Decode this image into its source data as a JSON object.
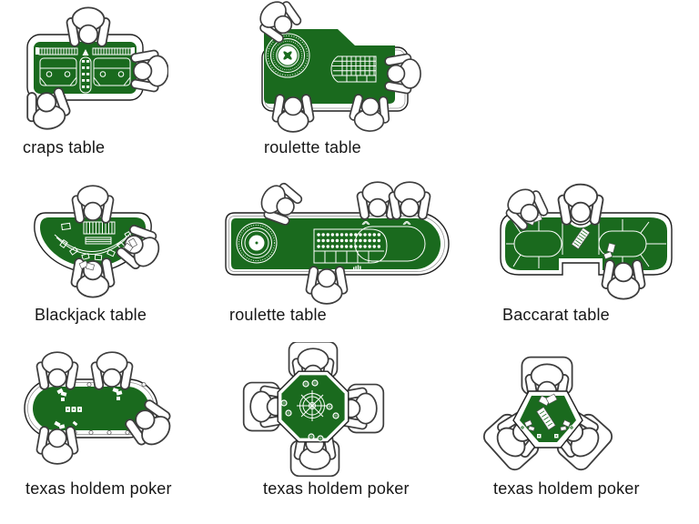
{
  "page": {
    "background_color": "#ffffff"
  },
  "style": {
    "felt_green": "#1a6a1e",
    "table_outline": "#1f1f1f",
    "marking_color": "#ffffff",
    "person_outline": "#3d3d3d",
    "label_color": "#161616"
  },
  "figures": [
    {
      "id": "craps-table",
      "label": "craps table",
      "people_count": 3
    },
    {
      "id": "roulette-table-corner",
      "label": "roulette table",
      "people_count": 4
    },
    {
      "id": "blackjack-table",
      "label": "Blackjack table",
      "people_count": 3
    },
    {
      "id": "roulette-table-long",
      "label": "roulette table",
      "people_count": 4
    },
    {
      "id": "baccarat-table",
      "label": "Baccarat table",
      "people_count": 3
    },
    {
      "id": "texas-holdem-oval",
      "label": "texas holdem poker",
      "people_count": 4
    },
    {
      "id": "texas-holdem-octagon",
      "label": "texas holdem poker",
      "people_count": 4
    },
    {
      "id": "texas-holdem-hexagon",
      "label": "texas holdem poker",
      "people_count": 3
    }
  ]
}
